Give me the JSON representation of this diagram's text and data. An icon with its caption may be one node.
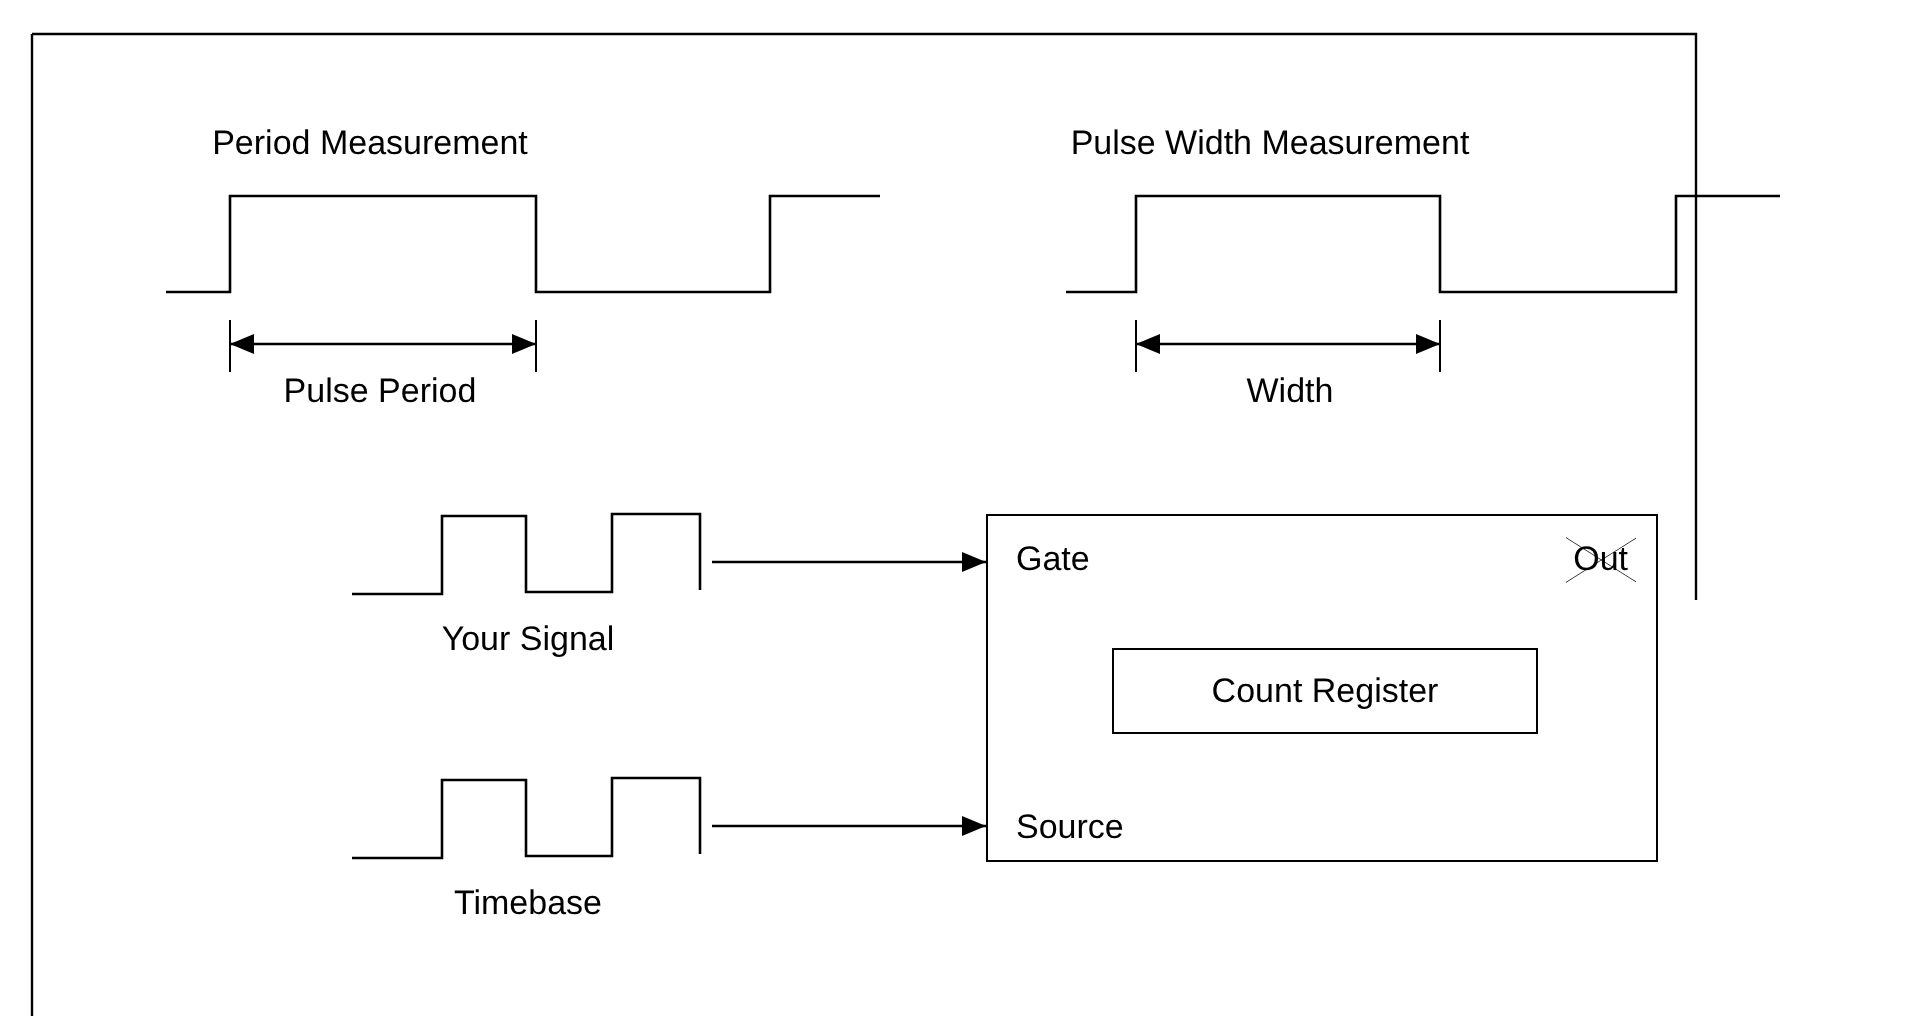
{
  "diagram": {
    "nodes": [
      {
        "text": [
          "Your Signal"
        ]
      },
      {
        "text": [
          "Gate",
          "Out",
          "Source"
        ]
      },
      {
        "text": [
          "Count Register"
        ],
        "in": 1
      },
      {
        "text": [
          "Timebase"
        ]
      }
    ],
    "edges": [
      {
        "from": 0,
        "to": 1,
        "arrow": "to"
      },
      {
        "from": 3,
        "to": 1,
        "arrow": "to"
      }
    ],
    "labels": [
      "Period Measurement",
      "Pulse Width Measurement",
      "Pulse Period",
      "Width"
    ]
  }
}
